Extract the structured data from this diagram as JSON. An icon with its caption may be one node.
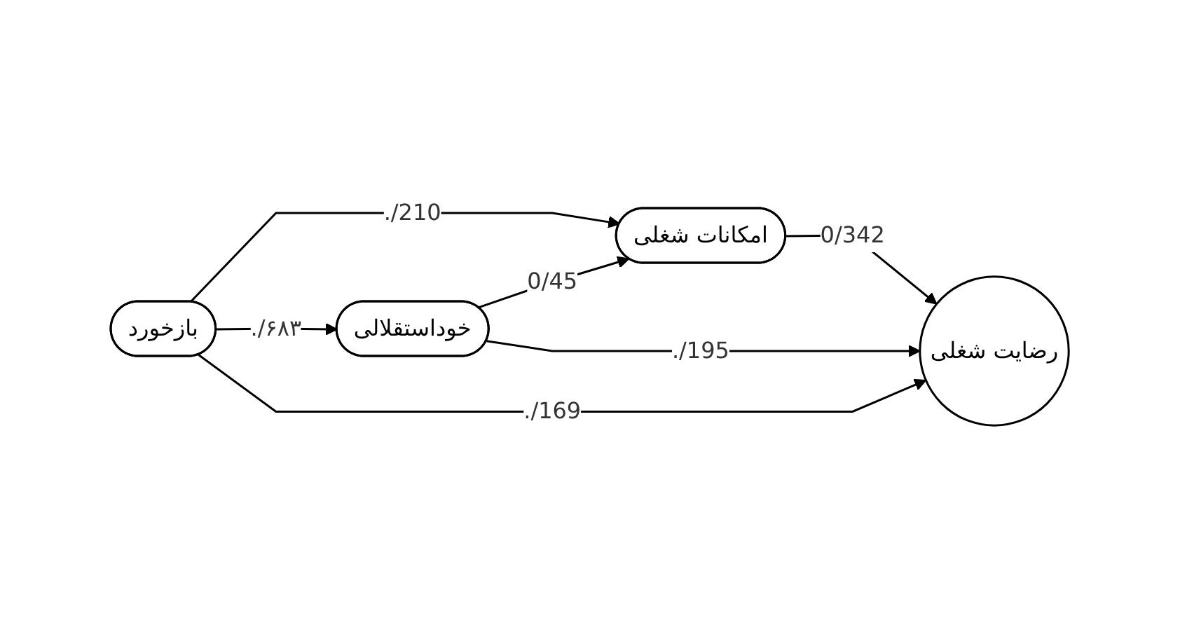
{
  "diagram": {
    "nodes": [
      {
        "text": [
          "امکانات شغلی"
        ]
      },
      {
        "text": [
          "رضایت شغلی"
        ]
      },
      {
        "text": [
          "خوداستقلالی"
        ]
      },
      {
        "text": [
          "بازخورد"
        ]
      }
    ],
    "edges": [
      {
        "from": 3,
        "to": 0,
        "arrow": "to",
        "label": "./210"
      },
      {
        "from": 3,
        "to": 2,
        "arrow": "to",
        "label": "./۶۸۳"
      },
      {
        "from": 3,
        "to": 1,
        "arrow": "to",
        "label": "./169"
      },
      {
        "from": 2,
        "to": 0,
        "arrow": "to",
        "label": "0/45"
      },
      {
        "from": 2,
        "to": 1,
        "arrow": "to",
        "label": "./195"
      },
      {
        "from": 0,
        "to": 1,
        "arrow": "to",
        "label": "0/342"
      }
    ]
  }
}
